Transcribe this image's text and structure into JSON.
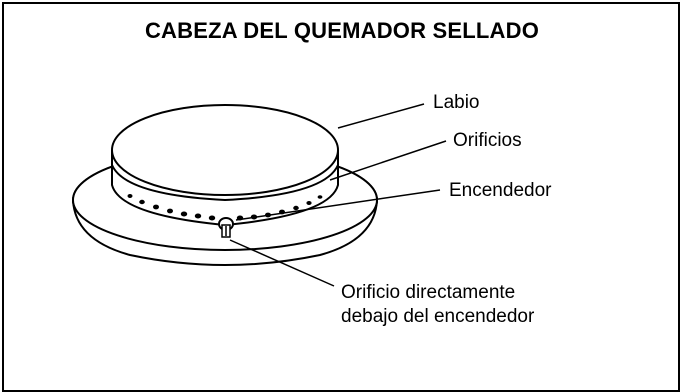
{
  "title": "CABEZA DEL QUEMADOR SELLADO",
  "callouts": {
    "labio": "Labio",
    "orificios": "Orificios",
    "encendedor": "Encendedor",
    "orificio_line1": "Orificio directamente",
    "orificio_line2": "debajo del encendedor"
  }
}
